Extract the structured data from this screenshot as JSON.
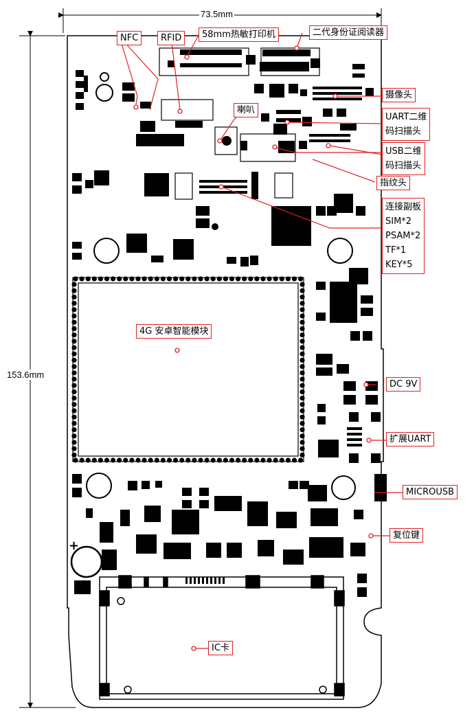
{
  "dimensions": {
    "width": "73.5mm",
    "height": "153.6mm"
  },
  "labels": {
    "nfc": "NFC",
    "rfid": "RFID",
    "printer": "58mm热敏打印机",
    "id_reader": "二代身份证阅读器",
    "camera": "摄像头",
    "speaker": "喇叭",
    "uart_scanner": "UART二维\n码扫描头",
    "usb_scanner": "USB二维\n码扫描头",
    "fingerprint": "指纹头",
    "sub_board": "连接副板\nSIM*2\nPSAM*2\nTF*1\nKEY*5",
    "module_4g": "4G 安卓智能模块",
    "dc": "DC 9V",
    "ext_uart": "扩展UART",
    "microusb": "MICROUSB",
    "reset": "复位键",
    "ic_card": "IC卡"
  },
  "colors": {
    "callout": "#e02020",
    "pcb_line": "#000000",
    "background": "#ffffff"
  }
}
